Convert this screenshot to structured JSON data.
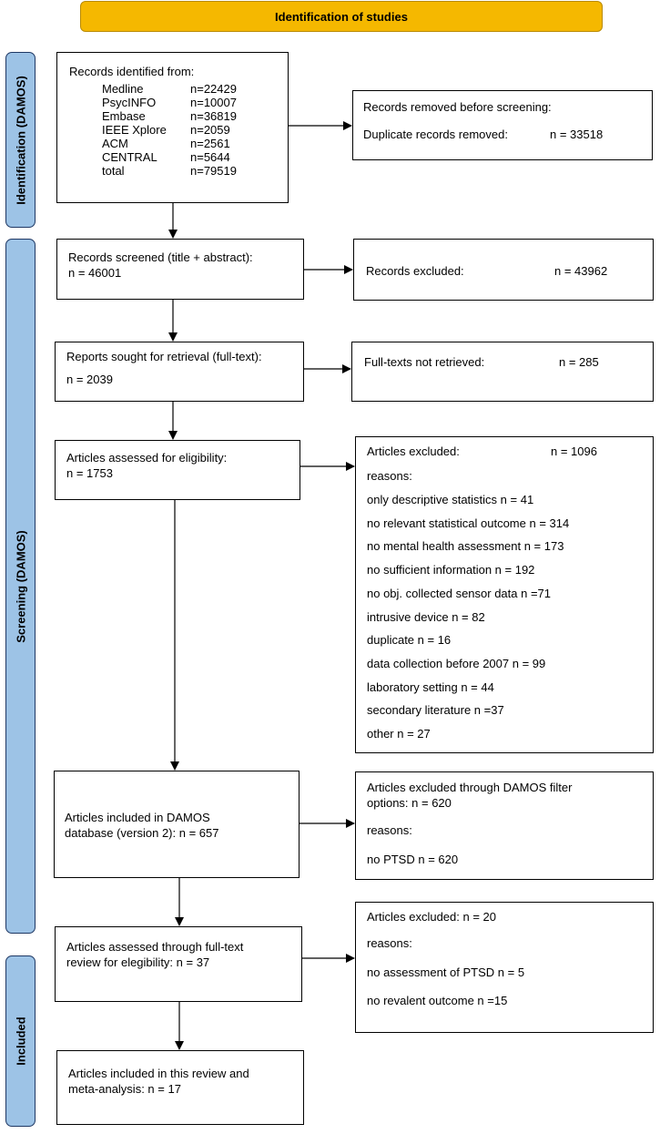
{
  "header": {
    "title": "Identification of studies"
  },
  "sidebar": {
    "identification": "Identification (DAMOS)",
    "screening": "Screening (DAMOS)",
    "included": "Included"
  },
  "records_identified": {
    "title": "Records identified from:",
    "sources": [
      {
        "name": "Medline",
        "value": "n=22429"
      },
      {
        "name": "PsycINFO",
        "value": "n=10007"
      },
      {
        "name": "Embase",
        "value": "n=36819"
      },
      {
        "name": "IEEE Xplore",
        "value": "n=2059"
      },
      {
        "name": "ACM",
        "value": "n=2561"
      },
      {
        "name": "CENTRAL",
        "value": "n=5644"
      },
      {
        "name": "total",
        "value": "n=79519"
      }
    ]
  },
  "removed_before_screening": {
    "title": "Records removed before screening:",
    "label": "Duplicate records removed:",
    "value": "n = 33518"
  },
  "records_screened": {
    "line1": "Records screened (title + abstract):",
    "line2": "n = 46001"
  },
  "records_excluded": {
    "label": "Records excluded:",
    "value": "n = 43962"
  },
  "reports_sought": {
    "line1": "Reports sought for retrieval (full-text):",
    "line2": "n = 2039"
  },
  "not_retrieved": {
    "label": "Full-texts not retrieved:",
    "value": "n = 285"
  },
  "assessed_eligibility": {
    "line1": "Articles assessed for eligibility:",
    "line2": "n = 1753"
  },
  "articles_excluded": {
    "label": "Articles excluded:",
    "value": "n = 1096",
    "reasons_label": "reasons:",
    "reasons": [
      "only descriptive statistics n = 41",
      "no relevant statistical outcome n = 314",
      "no mental health assessment n = 173",
      "no sufficient information n = 192",
      "no obj. collected sensor data n =71",
      "intrusive device n = 82",
      "duplicate n = 16",
      "data collection before 2007 n = 99",
      "laboratory setting n = 44",
      "secondary literature n =37",
      "other n = 27"
    ]
  },
  "included_damos": {
    "line1": "Articles included in DAMOS",
    "line2": "database (version 2): n = 657"
  },
  "excluded_damos_filter": {
    "line1": "Articles excluded through DAMOS filter",
    "line2": "options: n = 620",
    "reasons_label": "reasons:",
    "reason1": "no PTSD n = 620"
  },
  "assessed_fulltext": {
    "line1": "Articles assessed through full-text",
    "line2": "review for elegibility: n = 37"
  },
  "excluded_fulltext": {
    "line1": "Articles excluded: n = 20",
    "reasons_label": "reasons:",
    "reason1": "no assessment of PTSD n = 5",
    "reason2": "no revalent outcome n =15"
  },
  "included_review": {
    "line1": "Articles included in this review and",
    "line2": "meta-analysis: n = 17"
  }
}
